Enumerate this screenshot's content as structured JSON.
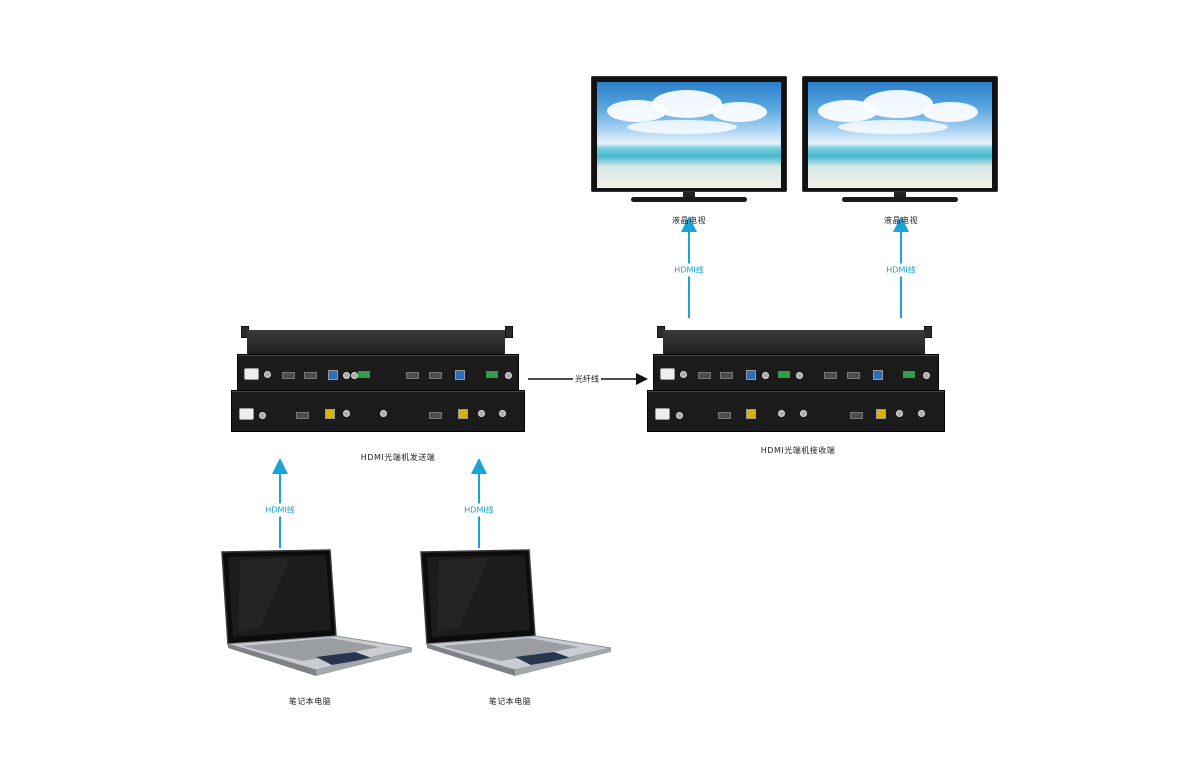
{
  "labels": {
    "tv_left": "液晶电视",
    "tv_right": "液晶电视",
    "hdmi_tv_left": "HDMI线",
    "hdmi_tv_right": "HDMI线",
    "fiber": "光纤线",
    "sender": "HDMI光端机发送端",
    "receiver": "HDMI光端机接收端",
    "hdmi_laptop_left": "HDMI线",
    "hdmi_laptop_right": "HDMI线",
    "laptop_left": "笔记本电脑",
    "laptop_right": "笔记本电脑"
  },
  "colors": {
    "arrow_blue": "#1aa3d6",
    "fiber_arrow": "#111111",
    "device": "#1b1b1b"
  },
  "icons": [
    "tv-icon",
    "fiber-transceiver-icon",
    "laptop-icon"
  ]
}
